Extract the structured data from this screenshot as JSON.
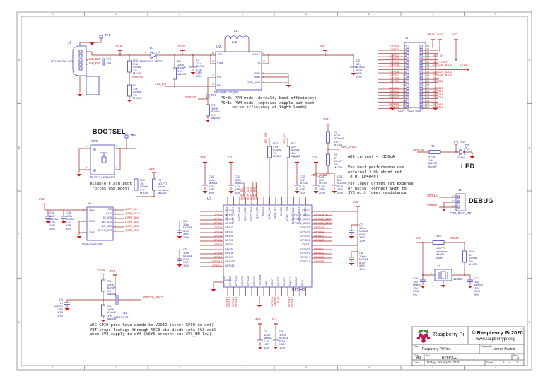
{
  "frame": {
    "cols": [
      "1",
      "2",
      "3",
      "4",
      "5",
      "6",
      "7",
      "8"
    ],
    "rows": [
      "A",
      "B",
      "C",
      "D"
    ]
  },
  "usb": {
    "j1": "J1",
    "part": "600-000-256-490",
    "tp1": "TP1",
    "tp2": "TP2",
    "tp3": "TP3",
    "usb_dm": "USB_DM",
    "usb_dp": "USB_DP",
    "vbus": "VBUS",
    "d1": "D1",
    "d1_part": "MBR120VLSFT1G",
    "pa": "2",
    "pk": "1",
    "r10": "R10\n5K6\n63mW\n1%\nM1005",
    "gpio24": "GPIO24",
    "r1": "R1\n10K\n63mW\n1%\nM1005"
  },
  "reg": {
    "vsys": "VSYS",
    "en": "3V3_EN",
    "r2": "R2\n100K\n63mW\n1%\nM1005",
    "c1": "C1\n10u\nM2012\n6.3V\nX5R\n20%",
    "u2": "U2",
    "u2_part": "RT6150B-33GQW",
    "l1": "L1",
    "l1v": "2u2",
    "vin": "VIN",
    "vina": "VINA",
    "ps": "PS",
    "enp": "EN",
    "vout": "VOUT",
    "fb": "FB",
    "gnd1": "GND",
    "gnd2": "GND",
    "gndpad": "GND_PAD",
    "n6": "6",
    "n5": "5",
    "n7": "7",
    "n4": "4",
    "n2": "2",
    "n10": "10",
    "n8": "8",
    "n9": "9",
    "n11": "11",
    "v33": "3V3",
    "c2": "C2\n47u\nM3012\n6.3V\nX5R\n20%",
    "tp4": "TP4",
    "gpio23": "GPIO23",
    "r8": "R8\n100K\n63mW\n1%\nM1005",
    "note": "PS=0: PFM mode (default, best efficiency)\nPS=1: PWM mode (improved ripple but much\n     worse efficiency at light loads)"
  },
  "j2": {
    "ref": "J2",
    "part": "CON_PICO_40W",
    "vbus": "VBUS",
    "vsys": "VSYS",
    "v33": "3V3",
    "agnd": "AGND",
    "left": [
      {
        "l": "GPIO0",
        "n": "1"
      },
      {
        "l": "GPIO1",
        "n": "2"
      },
      {
        "l": "",
        "n": "3"
      },
      {
        "l": "GPIO2",
        "n": "4"
      },
      {
        "l": "GPIO3",
        "n": "5"
      },
      {
        "l": "GPIO4",
        "n": "6"
      },
      {
        "l": "GPIO5",
        "n": "7"
      },
      {
        "l": "",
        "n": "8"
      },
      {
        "l": "GPIO6",
        "n": "9"
      },
      {
        "l": "GPIO7",
        "n": "10"
      },
      {
        "l": "GPIO8",
        "n": "11"
      },
      {
        "l": "GPIO9",
        "n": "12"
      },
      {
        "l": "",
        "n": "13"
      },
      {
        "l": "GPIO10",
        "n": "14"
      },
      {
        "l": "GPIO11",
        "n": "15"
      },
      {
        "l": "GPIO12",
        "n": "16"
      },
      {
        "l": "GPIO13",
        "n": "17"
      },
      {
        "l": "",
        "n": "18"
      },
      {
        "l": "GPIO14",
        "n": "19"
      },
      {
        "l": "GPIO15",
        "n": "20"
      }
    ],
    "right": [
      {
        "n": "40",
        "l": ""
      },
      {
        "n": "39",
        "l": ""
      },
      {
        "n": "38",
        "l": ""
      },
      {
        "n": "37",
        "l": "3V3_EN"
      },
      {
        "n": "36",
        "l": ""
      },
      {
        "n": "35",
        "l": "ADC_VREF"
      },
      {
        "n": "34",
        "l": "GPIO28_ADC2"
      },
      {
        "n": "33",
        "l": ""
      },
      {
        "n": "32",
        "l": "GPIO27_ADC1"
      },
      {
        "n": "31",
        "l": "GPIO26_ADC0"
      },
      {
        "n": "30",
        "l": "RUN"
      },
      {
        "n": "29",
        "l": "GPIO22"
      },
      {
        "n": "28",
        "l": ""
      },
      {
        "n": "27",
        "l": "GPIO21"
      },
      {
        "n": "26",
        "l": "GPIO20"
      },
      {
        "n": "25",
        "l": "GPIO19"
      },
      {
        "n": "24",
        "l": "GPIO18"
      },
      {
        "n": "23",
        "l": ""
      },
      {
        "n": "22",
        "l": "GPIO17"
      },
      {
        "n": "21",
        "l": "GPIO16"
      }
    ]
  },
  "bootsel": {
    "title": "BOOTSEL",
    "tp6": "TP6",
    "sw": "SW1",
    "sw_part": "TP-1221U-K9W5525",
    "p1": "1",
    "p2": "2",
    "p3": "3",
    "p4": "4",
    "r11": "R11\n1K\n63mW\n1%\nM1005",
    "r4": "R4\nNO-FIT\npower\ntolerance\nM1005",
    "v33": "3V3",
    "note": "Disable Flash boot\n(forces USB boot)"
  },
  "flash": {
    "v33": "3V3",
    "u3": "U3",
    "part": "W25Q16JVUXIQ",
    "c18": "C18\n2u2\nM1005\n6.3V\nX5R\n20%",
    "c15": "C15\n100n\nM0603\n6.3V\nX5R\n10%",
    "vcc": "VCC",
    "pad": "PAD",
    "gnd": "GND",
    "n8": "8",
    "n9": "9",
    "n4": "4",
    "pins": [
      {
        "l": "CS",
        "n": "1"
      },
      {
        "l": "CLK",
        "n": "6"
      },
      {
        "l": "DI_IO0",
        "n": "5"
      },
      {
        "l": "DO_IO1",
        "n": "2"
      },
      {
        "l": "WP_IO2",
        "n": "3"
      },
      {
        "l": "HOLD_IO3",
        "n": "7"
      }
    ],
    "nets": [
      "QSPI_SS",
      "QSPI_SCLK",
      "QSPI_SD0",
      "QSPI_SD1",
      "QSPI_SD2",
      "QSPI_SD3"
    ]
  },
  "vdiv": {
    "vsys": "VSYS",
    "v33": "3V3",
    "r5": "R5\n200K\n63mW\n1%\nM1005",
    "r6": "R6\n100K\n63mW\n1%\nM1005",
    "c3": "C3\n1n\nM0603\n25V\nX7R\n10%",
    "q1": "Q1",
    "q1_part": "DMG1012T",
    "net": "GPIO29_ADC3",
    "note": "ADC GPIO pins have diode to VDDIO (other GPIO do not)\nFET stops leakage through ADC3 pin diode into 3V3 rail\nwhen 3V3 supply is off (VSYS present but 3V3_EN low)"
  },
  "mcu": {
    "u1": "U1",
    "part": "RP2040",
    "gnd": "GND",
    "left_pins": [
      "IOVDD",
      "GPIO0",
      "GPIO1",
      "GPIO2",
      "GPIO3",
      "GPIO4",
      "GPIO5",
      "GPIO6",
      "GPIO7",
      "IOVDD",
      "GPIO8",
      "GPIO9",
      "GPIO10",
      "GPIO11"
    ],
    "left_nets": [
      "",
      "GPIO0",
      "GPIO1",
      "GPIO2",
      "GPIO3",
      "GPIO4",
      "GPIO5",
      "GPIO6",
      "GPIO7",
      "",
      "GPIO8",
      "GPIO9",
      "GPIO10",
      "GPIO11"
    ],
    "right_pins": [
      "IOVDD",
      "GPIO28_ADC2",
      "GPIO27_ADC1",
      "GPIO26_ADC0",
      "GPIO25",
      "GPIO24",
      "GPIO23",
      "GPIO22",
      "IOVDD",
      "GPIO21",
      "GPIO20",
      "GPIO19",
      "GPIO18"
    ],
    "right_nets": [
      "",
      "GPIO28_ADC2",
      "GPIO27_ADC1",
      "GPIO26_ADC0",
      "GPIO25",
      "GPIO24",
      "GPIO23",
      "GPIO22",
      "",
      "GPIO21",
      "GPIO20",
      "GPIO19",
      "GPIO18"
    ],
    "top_pins": [
      "QSPI_SD3",
      "QSPI_SCLK",
      "QSPI_SD0",
      "QSPI_SD2",
      "QSPI_SD1",
      "QSPI_SS",
      "IOVDD",
      "USB_DM",
      "USB_DP",
      "IOVDD",
      "VREG_VIN",
      "VREG_VOUT",
      "ADC_AVDD",
      "IOVDD"
    ],
    "bottom_pins": [
      "GPIO12",
      "GPIO13",
      "GPIO14",
      "GPIO15",
      "GPIO16",
      "GPIO17",
      "TESTEN",
      "XIN",
      "XOUT",
      "IOVDD",
      "DVDD",
      "SWCLK",
      "SWDIO",
      "RUN"
    ],
    "top_nets": [
      "QSPI_SS",
      "QSPI_SD0",
      "QSPI_SD1",
      "QSPI_SD2",
      "QSPI_SD3",
      "QSPI_SCLK"
    ],
    "usb_dm": "USB_DM",
    "usb_dp": "USB_DP",
    "bot_nets1": [
      "GPIO12",
      "GPIO13",
      "GPIO14",
      "GPIO15"
    ],
    "bot_nets2": [
      "SWCLK",
      "SWDIO",
      "RUN"
    ],
    "bot_nets3": [
      "GPIO16",
      "GPIO17"
    ],
    "r12": "R12\n27R\n50mW\n1%\nM0603",
    "r13": "R13\n27R\n50mW\n1%\nM0603",
    "p3v3_a": "3V3",
    "p1v1_a": "1V1",
    "p1v1_b": "1V1",
    "p3v3_b": "3V3",
    "v33_r": "3V3",
    "v33_b": "3V3",
    "v11_b": "1V1",
    "c10": "C10\n100n\nM0603\n6.3V\nX5R\n10%",
    "c11": "C11\n100n\nM0603\n6.3V\nX5R\n10%",
    "c12": "C12\n2u2\nM1005\n6.3V\nX5R\n20%",
    "c14": "C14\n2u2\nM1005\n6.3V\nX5R\n20%",
    "c13": "C13\n2u2\nM1005\n6.3V\nX5R\n20%",
    "c4": "C4\n100n\nM0603\n6.3V\nX5R\n10%",
    "c5": "C5\n100n\nM0603\n6.3V\nX5R\n10%",
    "c7": "C7\n100n\nM0603\n6.3V\nX5R\n10%",
    "c6": "C6\n100n\nM0603\n6.3V\nX5R\n10%",
    "c8": "C8\n100n\nM0603\n6.3V\nX5R\n10%",
    "c9": "C9\n100n\nM0603\n6.3V\nX5R\n10%"
  },
  "adc": {
    "v33": "3V3",
    "r7": "R7\n200R\n100mW\n1%\nM1005",
    "vref": "ADC_VREF",
    "r9": "R9\n1R\n63mW\n1%\nM1005",
    "avdd": "ADC_AVDD",
    "note1": "ADC current = ~150uA",
    "note2": "For best performance use\nexternal 3.0V shunt ref\n(e.g. LM4040)",
    "note3": "For lower offset (at expense\nof noise) connect VREF to\n3V3 with lower resistance"
  },
  "led": {
    "net": "GPIO25",
    "r3": "R3",
    "r3v": "470R\n1%\nM1005\n63mW",
    "tp5": "TP5",
    "d2": "D2",
    "color": "Green",
    "title": "LED"
  },
  "debug": {
    "swclk": "SWCLK",
    "swdio": "SWDIO",
    "b1": "B1",
    "b2": "B2",
    "b3": "B3",
    "j3": "J3",
    "title": "DEBUG",
    "part": "CON_PICO_3W"
  },
  "xtal": {
    "xin": "XIN",
    "xout": "XOUT",
    "r15": "R15",
    "r15v": "NO-FIT\ntolerance\nM1005\npower",
    "r14": "R14\n1K\n63mW\n1%\nM1005",
    "x1": "X1",
    "freq": "12MHz",
    "c16": "C16\n15p\nM0603\n25V\nC0G\n5%",
    "c17": "C17\n15p\nM0603\n25V\nC0G\n5%",
    "p1": "1",
    "p3": "3"
  },
  "tb": {
    "brand": "Raspberry Pi",
    "copy": "© Raspberry Pi 2020",
    "url": "www.raspberrypi.org",
    "l_title": "Title",
    "title": "Raspberry Pi Pico",
    "l_drawn": "Drawn By",
    "drawn": "James Adams",
    "l_size": "Size",
    "size": "A3",
    "l_ref": "Ref",
    "ref": "RPI-PICO",
    "l_rev": "Rev",
    "rev": "3",
    "l_date": "Date",
    "date": "Friday, January 15, 2021",
    "l_sheet": "Sheet",
    "s1": "1",
    "l_of": "of",
    "s2": "1"
  }
}
